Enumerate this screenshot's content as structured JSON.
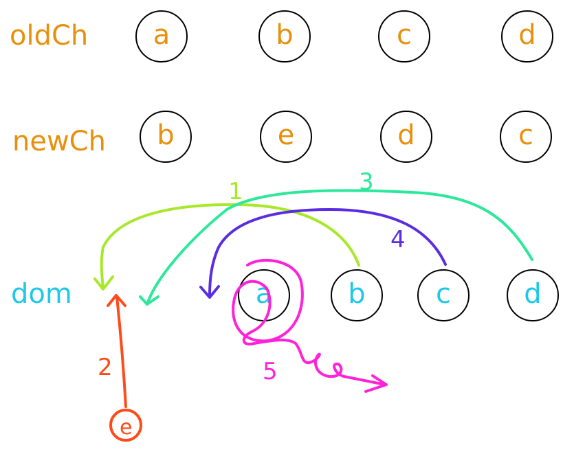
{
  "colors": {
    "old_new_text": "#e8900c",
    "dom_text": "#1ec8e8",
    "step1": "#a8e82a",
    "step2": "#ff4a1a",
    "step3": "#2de89a",
    "step4": "#5a2ee0",
    "step5": "#ff22d8"
  },
  "rows": {
    "old": {
      "label": "oldCh",
      "nodes": [
        "a",
        "b",
        "c",
        "d"
      ]
    },
    "new": {
      "label": "newCh",
      "nodes": [
        "b",
        "e",
        "d",
        "c"
      ]
    },
    "dom": {
      "label": "dom",
      "nodes": [
        "a",
        "b",
        "c",
        "d"
      ]
    }
  },
  "new_node": "e",
  "steps": {
    "s1": "1",
    "s2": "2",
    "s3": "3",
    "s4": "4",
    "s5": "5"
  }
}
